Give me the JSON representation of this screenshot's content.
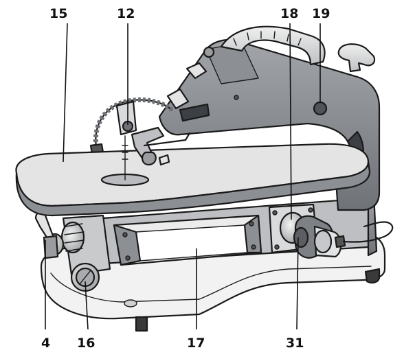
{
  "diagram": {
    "callouts": [
      {
        "id": "c15",
        "label": "15"
      },
      {
        "id": "c12",
        "label": "12"
      },
      {
        "id": "c18",
        "label": "18"
      },
      {
        "id": "c19",
        "label": "19"
      },
      {
        "id": "c4",
        "label": "4"
      },
      {
        "id": "c16",
        "label": "16"
      },
      {
        "id": "c17",
        "label": "17"
      },
      {
        "id": "c31",
        "label": "31"
      }
    ]
  },
  "colors": {
    "outline": "#1a1a1a",
    "body_grey": "#8c8f94",
    "body_dark": "#6e7176",
    "light_grey": "#d9dadc",
    "table_fill": "#e4e4e4",
    "panel_fill": "#ececec",
    "base_fill": "#f2f2f2"
  }
}
